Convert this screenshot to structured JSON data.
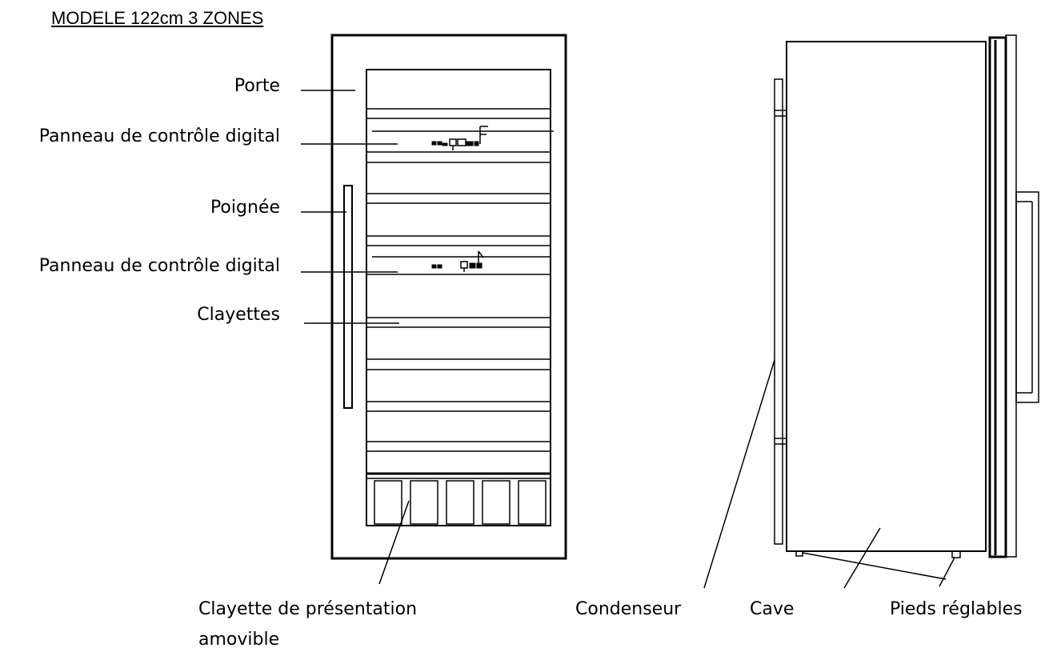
{
  "title": "MODELE 122cm  3 ZONES",
  "labels": {
    "porte": "Porte",
    "panel_top": "Panneau de contrôle digital",
    "poignee": "Poignée",
    "panel_mid": "Panneau de contrôle digital",
    "clayettes": "Clayettes",
    "presentation_line1": "Clayette de présentation",
    "presentation_line2": "amovible",
    "condenseur": "Condenseur",
    "cave": "Cave",
    "pieds": "Pieds réglables"
  }
}
